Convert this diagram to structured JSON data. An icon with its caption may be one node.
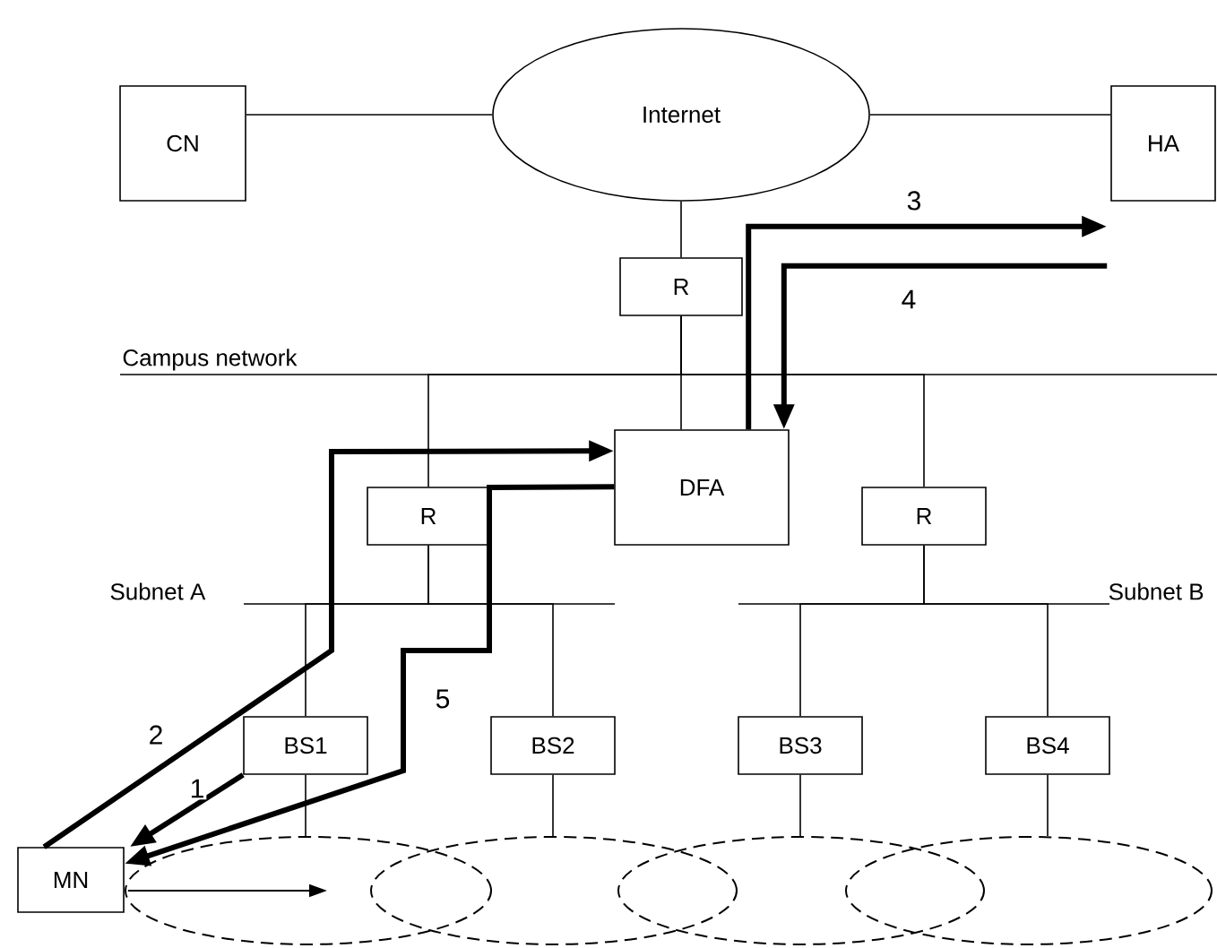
{
  "diagram": {
    "nodes": [
      {
        "text": [
          "CN"
        ]
      },
      {
        "text": [
          "Internet"
        ]
      },
      {
        "text": [
          "HA"
        ]
      },
      {
        "text": [
          "R"
        ]
      },
      {
        "text": [
          "DFA"
        ]
      },
      {
        "text": [
          "R"
        ]
      },
      {
        "text": [
          "R"
        ]
      },
      {
        "text": [
          "BS1"
        ]
      },
      {
        "text": [
          "BS2"
        ]
      },
      {
        "text": [
          "BS3"
        ]
      },
      {
        "text": [
          "BS4"
        ]
      },
      {
        "text": [
          "MN"
        ]
      },
      {
        "text": [],
        "shape": "ellipse"
      },
      {
        "text": [],
        "shape": "ellipse"
      },
      {
        "text": [],
        "shape": "ellipse"
      },
      {
        "text": [],
        "shape": "ellipse"
      }
    ],
    "edges": [
      {
        "from": 0,
        "to": 1,
        "arrow": "none"
      },
      {
        "from": 1,
        "to": 2,
        "arrow": "none"
      },
      {
        "from": 1,
        "to": 3,
        "arrow": "none"
      },
      {
        "from": 3,
        "to": 4,
        "arrow": "none"
      },
      {
        "from": 3,
        "to": 5,
        "arrow": "none"
      },
      {
        "from": 3,
        "to": 6,
        "arrow": "none"
      },
      {
        "from": 5,
        "to": 7,
        "arrow": "none"
      },
      {
        "from": 5,
        "to": 8,
        "arrow": "none"
      },
      {
        "from": 6,
        "to": 9,
        "arrow": "none"
      },
      {
        "from": 6,
        "to": 10,
        "arrow": "none"
      },
      {
        "from": 7,
        "to": 12,
        "arrow": "none"
      },
      {
        "from": 8,
        "to": 13,
        "arrow": "none"
      },
      {
        "from": 9,
        "to": 14,
        "arrow": "none"
      },
      {
        "from": 10,
        "to": 15,
        "arrow": "none"
      },
      {
        "from": 7,
        "to": 11,
        "arrow": "to",
        "label": "1",
        "style": "thick"
      },
      {
        "from": 11,
        "to": 4,
        "arrow": "to",
        "label": "2",
        "style": "thick"
      },
      {
        "from": 4,
        "to": 2,
        "arrow": "to",
        "label": "3",
        "style": "thick"
      },
      {
        "from": 2,
        "to": 4,
        "arrow": "to",
        "label": "4",
        "style": "thick"
      },
      {
        "from": 4,
        "to": 11,
        "arrow": "to",
        "label": "5",
        "style": "thick"
      },
      {
        "from": 11,
        "to": 12,
        "arrow": "to"
      }
    ],
    "labels": [
      "Campus network",
      "Subnet A",
      "Subnet B"
    ]
  }
}
